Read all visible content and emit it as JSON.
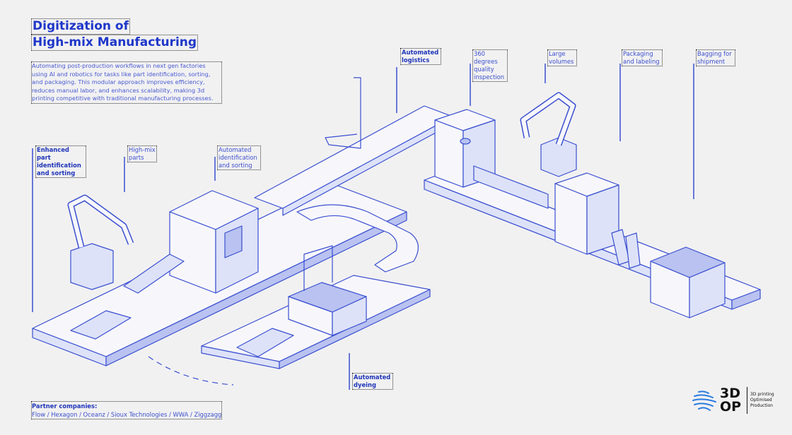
{
  "title": {
    "line1": "Digitization of",
    "line2": "High-mix Manufacturing"
  },
  "description": "Automating post-production workflows in next gen factories using AI and robotics for tasks like part identification, sorting, and packaging. This modular approach improves efficiency, reduces manual labor, and enhances scalability, making 3d printing competitive with traditional manufacturing processes.",
  "labels": {
    "enhanced": "Enhanced part identification and sorting",
    "highmix": "High-mix parts",
    "auto_id": "Automated identification and sorting",
    "logistics": "Automated logistics",
    "inspection": "360 degrees quality inspection",
    "volumes": "Large volumes",
    "packaging": "Packaging and labeling",
    "bagging": "Bagging for shipment",
    "dyeing": "Automated dyeing"
  },
  "partners": {
    "heading": "Partner companies:",
    "list": "Flow / Hexagon / Oceanz / Sioux Technologies / WWA / Ziggzagg"
  },
  "logo": {
    "mark": "3D OP",
    "line1": "3D printing",
    "line2": "Optimised",
    "line3": "Production"
  },
  "colors": {
    "accent": "#1f37c9",
    "line": "#3a4fd0",
    "fill": "#dde2f8",
    "fill_dark": "#b9c2f0"
  }
}
